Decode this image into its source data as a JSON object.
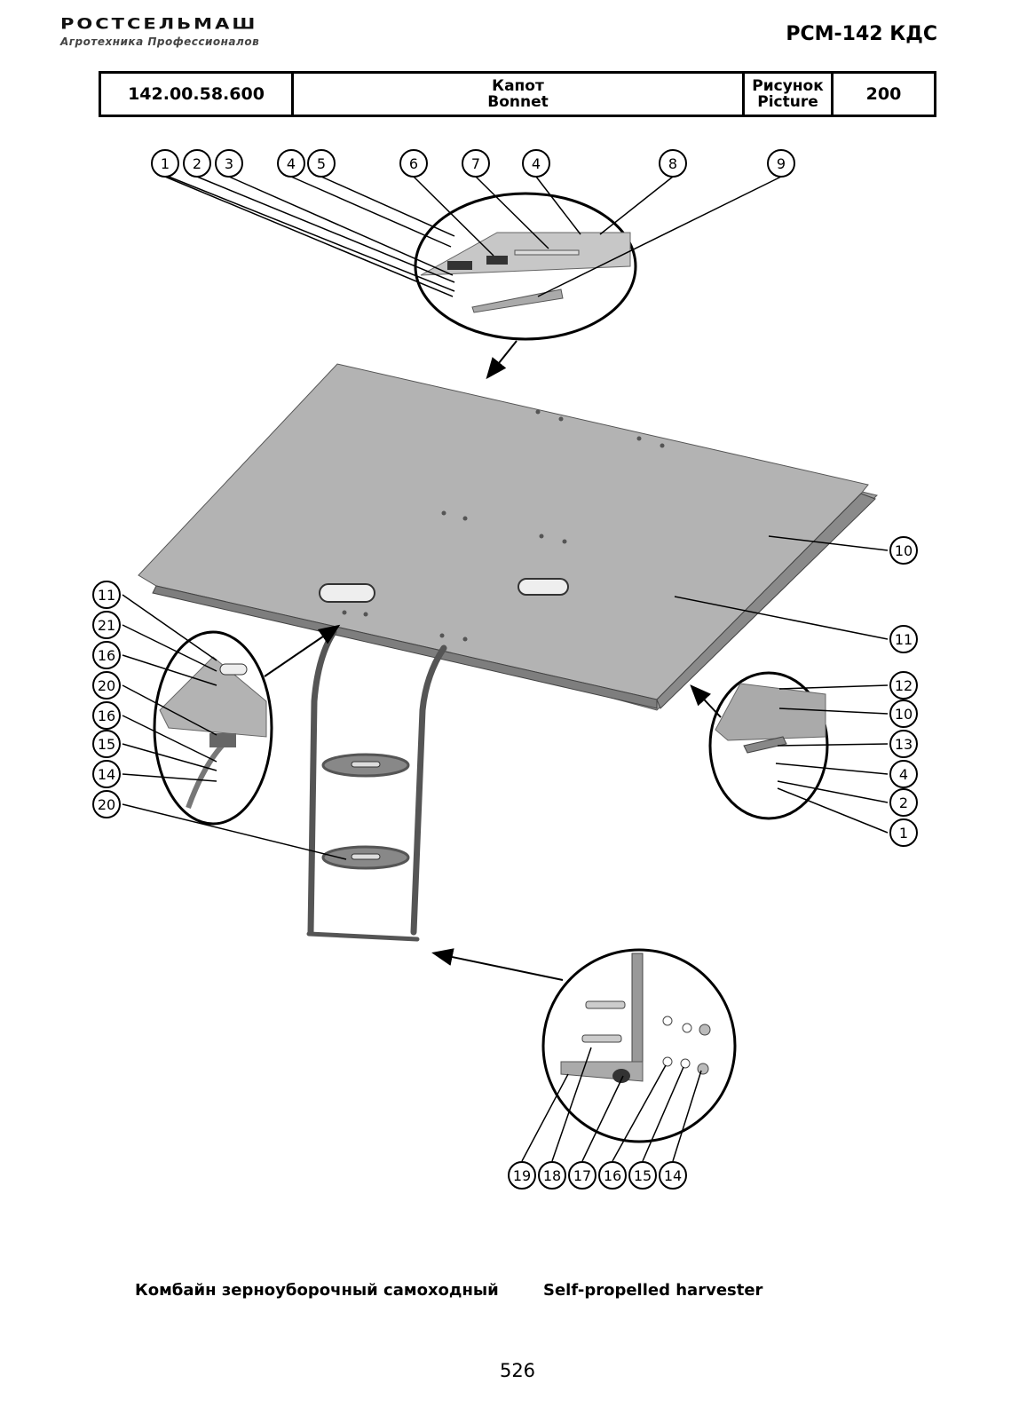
{
  "header": {
    "brand": "РОСТСЕЛЬМАШ",
    "tagline": "Агротехника Профессионалов",
    "model": "РСМ-142 КДС"
  },
  "title_block": {
    "code": "142.00.58.600",
    "name_ru": "Капот",
    "name_en": "Bonnet",
    "picture_ru": "Рисунок",
    "picture_en": "Picture",
    "picture_number": "200"
  },
  "callouts": {
    "top_row": [
      "1",
      "2",
      "3",
      "4",
      "5",
      "6",
      "7",
      "4",
      "8",
      "9"
    ],
    "left_column": [
      "11",
      "21",
      "16",
      "20",
      "16",
      "15",
      "14",
      "20"
    ],
    "right_column": [
      "10",
      "11",
      "12",
      "10",
      "13",
      "4",
      "2",
      "1"
    ],
    "bottom_row": [
      "19",
      "18",
      "17",
      "16",
      "15",
      "14"
    ]
  },
  "footer": {
    "caption_ru": "Комбайн зерноуборочный самоходный",
    "caption_en": "Self-propelled harvester",
    "page_number": "526"
  }
}
